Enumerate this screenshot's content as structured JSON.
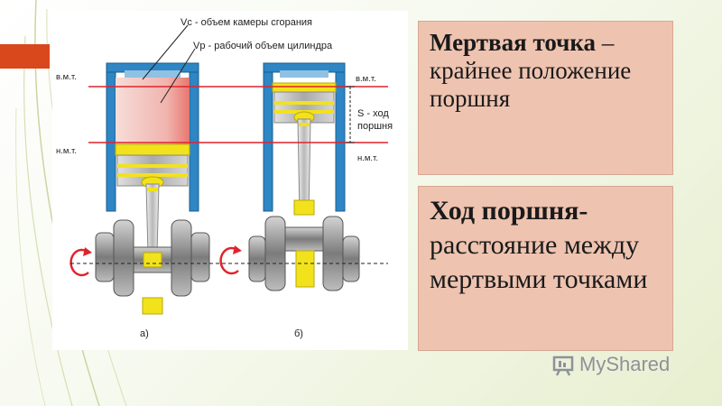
{
  "labels": {
    "vc": "Vс - объем камеры сгорания",
    "vp": "Vр - рабочий объем цилиндра",
    "vmt_left": "в.м.т.",
    "nmt_left": "н.м.т.",
    "vmt_right": "в.м.т.",
    "nmt_right": "н.м.т.",
    "stroke_line1": "S - ход",
    "stroke_line2": "поршня",
    "fig_a": "а)",
    "fig_b": "б)"
  },
  "definitions": {
    "dead_point_term": "Мертвая точка",
    "dead_point_text": " – крайнее положение поршня",
    "stroke_term": "Ход поршня-",
    "stroke_text": " расстояние между мертвыми точками"
  },
  "watermark": {
    "text": "MyShared"
  },
  "colors": {
    "accent": "#d9471c",
    "box_fill": "#eec3b0",
    "cylinder_wall": "#2e86c4",
    "piston": "#f2e21c",
    "dead_point_line": "#e0242c"
  }
}
